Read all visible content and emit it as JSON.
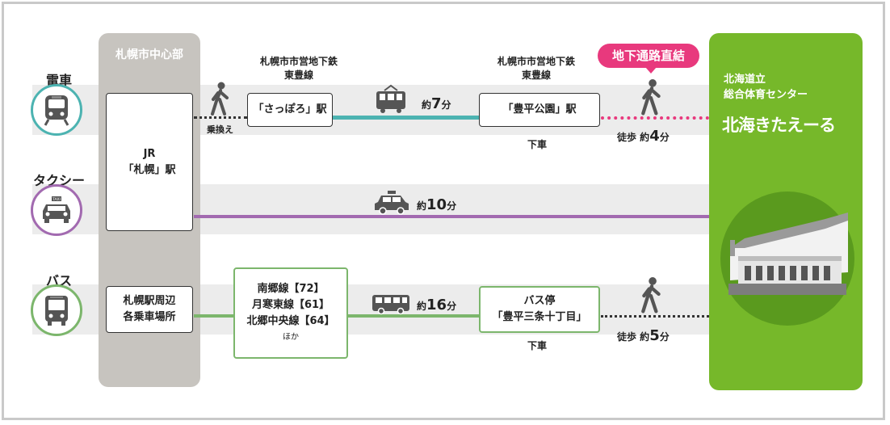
{
  "colors": {
    "train": "#4cb3b1",
    "taxi": "#a26ab0",
    "bus": "#7cb66c",
    "walk_highlight": "#e8397d",
    "dest_green": "#76b82a",
    "origin_gray": "#c7c4bf"
  },
  "origin": {
    "title": "札幌市中心部",
    "jr_line1": "JR",
    "jr_line2": "「札幌」駅",
    "bus_line1": "札幌駅周辺",
    "bus_line2": "各乗車場所"
  },
  "destination": {
    "sub_line1": "北海道立",
    "sub_line2": "総合体育センター",
    "name": "北海きたえーる"
  },
  "modes": {
    "train": "電車",
    "taxi": "タクシー",
    "bus": "バス"
  },
  "train_route": {
    "transfer": "乗換え",
    "line_label1_a": "札幌市市営地下鉄",
    "line_label1_b": "東豊線",
    "line_label2_a": "札幌市市営地下鉄",
    "line_label2_b": "東豊線",
    "station_from": "「さっぽろ」駅",
    "station_to": "「豊平公園」駅",
    "ride_prefix": "約",
    "ride_num": "7",
    "ride_unit": "分",
    "alight": "下車",
    "badge": "地下通路直結",
    "walk_prefix": "徒歩 約",
    "walk_num": "4",
    "walk_unit": "分"
  },
  "taxi_route": {
    "ride_prefix": "約",
    "ride_num": "10",
    "ride_unit": "分"
  },
  "bus_route": {
    "lines": [
      "南郷線【72】",
      "月寒東線【61】",
      "北郷中央線【64】"
    ],
    "others": "ほか",
    "ride_prefix": "約",
    "ride_num": "16",
    "ride_unit": "分",
    "stop_line1": "バス停",
    "stop_line2": "「豊平三条十丁目」",
    "alight": "下車",
    "walk_prefix": "徒歩 約",
    "walk_num": "5",
    "walk_unit": "分"
  },
  "icons": {
    "taxi_sign": "TAXI"
  }
}
